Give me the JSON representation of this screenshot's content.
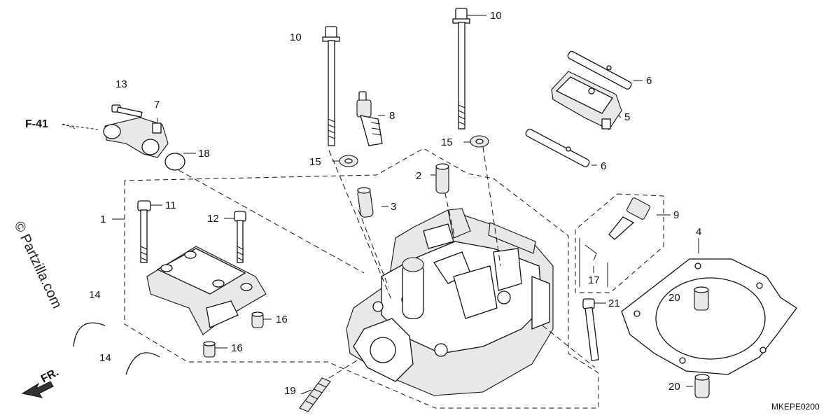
{
  "diagram": {
    "title": "",
    "drawing_code": "MKEPE0200",
    "watermark": "© Partzilla.com",
    "reference": "F-41",
    "front_marker": "FR.",
    "callouts": [
      {
        "id": "c1",
        "label": "1"
      },
      {
        "id": "c2",
        "label": "2"
      },
      {
        "id": "c3",
        "label": "3"
      },
      {
        "id": "c4",
        "label": "4"
      },
      {
        "id": "c5",
        "label": "5"
      },
      {
        "id": "c6a",
        "label": "6"
      },
      {
        "id": "c6b",
        "label": "6"
      },
      {
        "id": "c7",
        "label": "7"
      },
      {
        "id": "c8",
        "label": "8"
      },
      {
        "id": "c9",
        "label": "9"
      },
      {
        "id": "c10a",
        "label": "10"
      },
      {
        "id": "c10b",
        "label": "10"
      },
      {
        "id": "c11",
        "label": "11"
      },
      {
        "id": "c12",
        "label": "12"
      },
      {
        "id": "c13",
        "label": "13"
      },
      {
        "id": "c14a",
        "label": "14"
      },
      {
        "id": "c14b",
        "label": "14"
      },
      {
        "id": "c15a",
        "label": "15"
      },
      {
        "id": "c15b",
        "label": "15"
      },
      {
        "id": "c16a",
        "label": "16"
      },
      {
        "id": "c16b",
        "label": "16"
      },
      {
        "id": "c17",
        "label": "17"
      },
      {
        "id": "c18",
        "label": "18"
      },
      {
        "id": "c19",
        "label": "19"
      },
      {
        "id": "c20a",
        "label": "20"
      },
      {
        "id": "c20b",
        "label": "20"
      },
      {
        "id": "c21",
        "label": "21"
      }
    ]
  }
}
